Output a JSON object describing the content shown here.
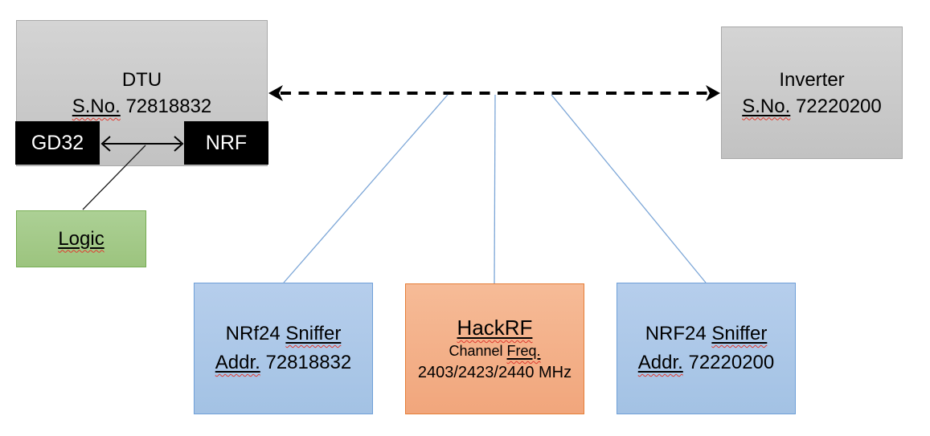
{
  "colors": {
    "device_gray_fill": "#C9C9C9",
    "device_gray_border": "#A8A8A8",
    "chip_black": "#000000",
    "logic_green_fill": "#A3C98A",
    "logic_green_border": "#76AC52",
    "sniffer_blue_fill": "#ABC8E8",
    "sniffer_blue_border": "#6FA0D8",
    "hackrf_orange_fill": "#F4AD88",
    "hackrf_orange_border": "#E57E38",
    "connector_blue": "#7CA6D7",
    "arrow_black": "#000000",
    "spellcheck_red": "#E03A2F"
  },
  "dtu": {
    "line1": [
      {
        "t": "DTU"
      }
    ],
    "line2": [
      {
        "t": "S.No.",
        "m": true
      },
      {
        "t": " 72818832"
      }
    ],
    "gd32_label": [
      {
        "t": "GD32"
      }
    ],
    "nrf_label": [
      {
        "t": "NRF"
      }
    ]
  },
  "logic": {
    "line1": [
      {
        "t": "Logic",
        "m": true
      }
    ]
  },
  "inverter": {
    "line1": [
      {
        "t": "Inverter"
      }
    ],
    "line2": [
      {
        "t": "S.No.",
        "m": true
      },
      {
        "t": " 72220200"
      }
    ]
  },
  "sniffer_left": {
    "line1": [
      {
        "t": "NRf24 "
      },
      {
        "t": "Sniffer",
        "m": true
      }
    ],
    "line2": [
      {
        "t": "Addr.",
        "m": true
      },
      {
        "t": " 72818832"
      }
    ]
  },
  "hackrf": {
    "line1": [
      {
        "t": "HackRF",
        "m": true
      }
    ],
    "line2": [
      {
        "t": "Channel "
      },
      {
        "t": "Freq.",
        "m": true
      }
    ],
    "line3": [
      {
        "t": "2403/2423/2440 MHz"
      }
    ]
  },
  "sniffer_right": {
    "line1": [
      {
        "t": "NRF24 "
      },
      {
        "t": "Sniffer",
        "m": true
      }
    ],
    "line2": [
      {
        "t": "Addr.",
        "m": true
      },
      {
        "t": " 72220200"
      }
    ]
  }
}
